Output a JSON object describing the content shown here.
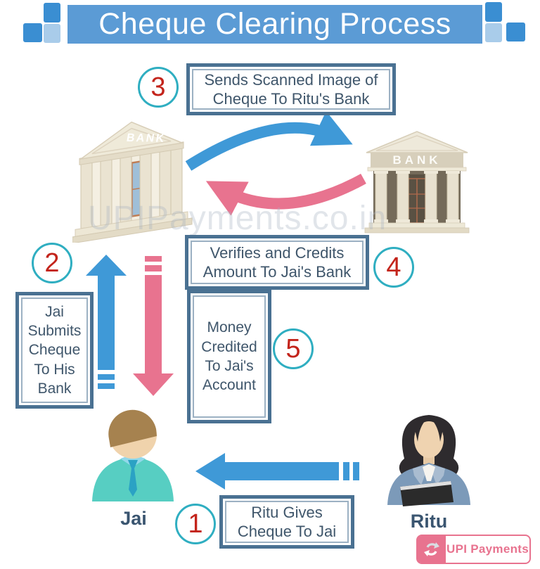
{
  "title": {
    "text": "Cheque Clearing Process"
  },
  "watermark": "UPIPayments.co.in",
  "banks": {
    "left_label": "BANK",
    "right_label": "BANK"
  },
  "actors": {
    "payer": "Jai",
    "payee": "Ritu"
  },
  "steps": {
    "s1": {
      "num": "1",
      "lines": [
        "Ritu Gives",
        "Cheque To Jai"
      ]
    },
    "s2": {
      "num": "2",
      "lines": [
        "Jai",
        "Submits",
        "Cheque",
        "To His",
        "Bank"
      ]
    },
    "s3": {
      "num": "3",
      "lines": [
        "Sends Scanned Image of",
        "Cheque To Ritu's Bank"
      ]
    },
    "s4": {
      "num": "4",
      "lines": [
        "Verifies and Credits",
        "Amount To Jai's Bank"
      ]
    },
    "s5": {
      "num": "5",
      "lines": [
        "Money",
        "Credited",
        "To Jai's",
        "Account"
      ]
    }
  },
  "logo": {
    "text": "UPI Payments"
  },
  "colors": {
    "header_blue": "#5B9BD5",
    "square_dark_blue": "#3A8ED2",
    "square_light_blue": "#A9CCEA",
    "box_border": "#4A7192",
    "box_text": "#3F566B",
    "circle_teal": "#2FAEC1",
    "number_red": "#C3241B",
    "arrow_blue": "#3F99D7",
    "arrow_pink": "#E8738F",
    "jai_body_teal": "#57CEC2",
    "ritu_jacket_blue": "#7C9AB9",
    "logo_pink": "#E8738F",
    "bank_cream": "#EDE8D8"
  }
}
